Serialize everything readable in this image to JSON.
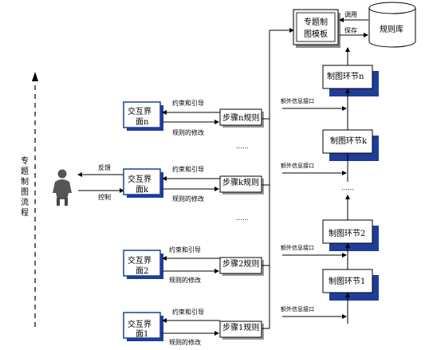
{
  "flow_label": [
    "专",
    "题",
    "制",
    "图",
    "流",
    "程"
  ],
  "db_label": "规则库",
  "template_label": [
    "专题制",
    "图模板"
  ],
  "call_label": "调用",
  "save_label": "保存",
  "feedback_label": "反馈",
  "control_label": "控制",
  "constrain_label": "约束和引导",
  "modify_label": "规则的修改",
  "extra_label": "额外信息接口",
  "ellipsis": "……",
  "interfaces": [
    {
      "l1": "交互界",
      "l2": "面n"
    },
    {
      "l1": "交互界",
      "l2": "面k"
    },
    {
      "l1": "交互界",
      "l2": "面2"
    },
    {
      "l1": "交互界",
      "l2": "面1"
    }
  ],
  "steps": [
    "步骤n规则",
    "步骤k规则",
    "步骤2规则",
    "步骤1规则"
  ],
  "stages": [
    "制图环节n",
    "制图环节k",
    "制图环节2",
    "制图环节1"
  ]
}
